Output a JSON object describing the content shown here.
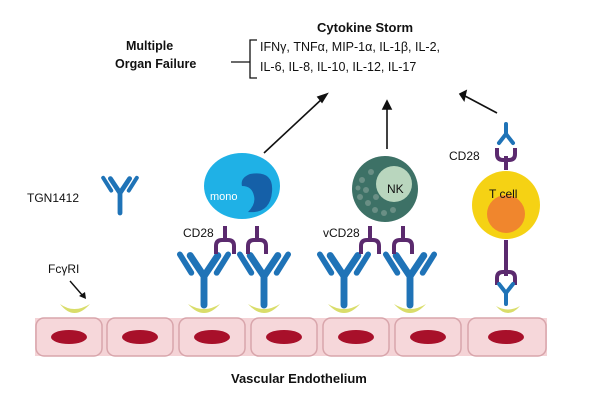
{
  "title": "Cytokine Storm",
  "organ_failure": [
    "Multiple",
    "Organ Failure"
  ],
  "cytokines": [
    "IFNγ, TNFα, MIP-1α, IL-1β, IL-2,",
    "IL-6, IL-8, IL-10, IL-12, IL-17"
  ],
  "labels": {
    "tgn1412": "TGN1412",
    "fcr": "FcγRI",
    "cd28_left": "CD28",
    "vcd28": "vCD28",
    "cd28_right": "CD28",
    "mono": "mono",
    "nk": "NK",
    "tcell": "T cell",
    "endothelium": "Vascular Endothelium"
  },
  "colors": {
    "antibody": "#1f73b7",
    "cd28": "#5b2a6e",
    "fc_receptor": "#d9dd6a",
    "endothelial_cell": "#f4d3d6",
    "nucleus": "#a8102a",
    "monocyte": "#1fb1e6",
    "nk_cell": "#3d7166",
    "t_cell": "#f5d214",
    "t_nucleus": "#f0862d"
  }
}
